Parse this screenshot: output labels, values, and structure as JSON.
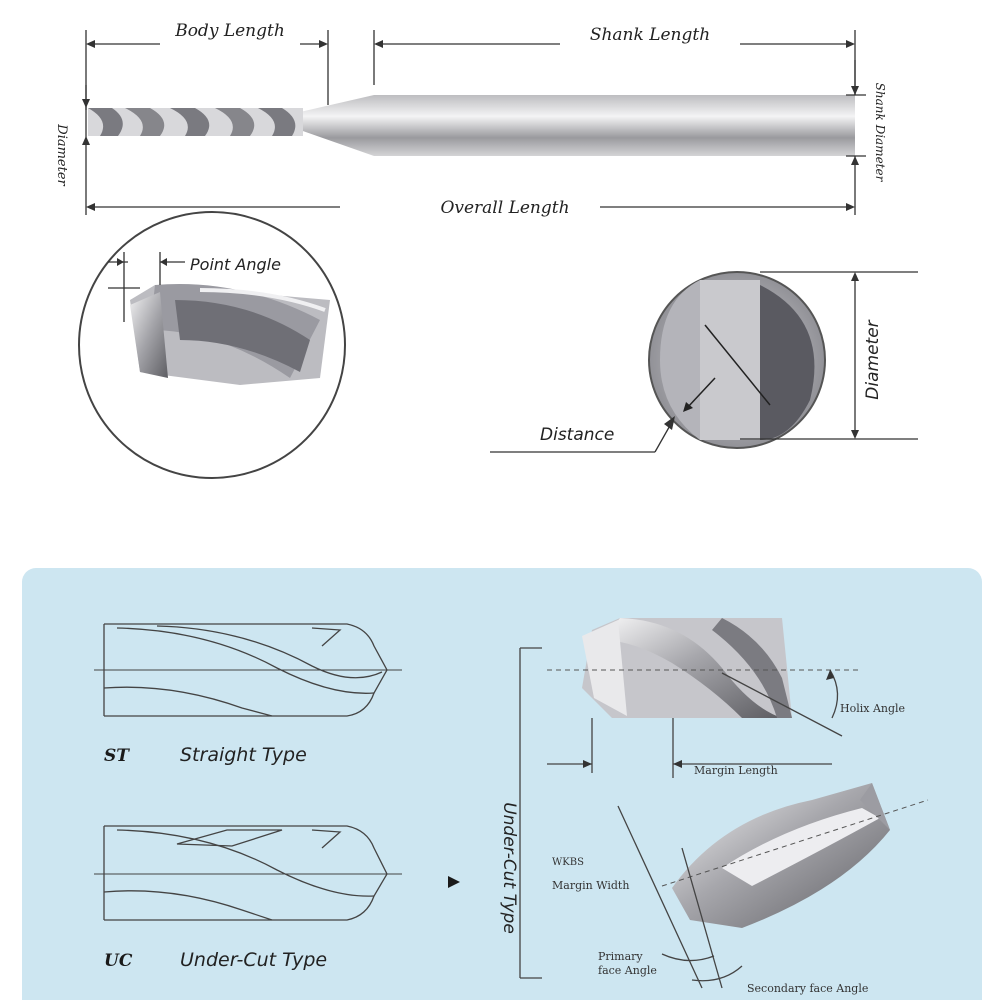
{
  "top": {
    "body_length": "Body Length",
    "shank_length": "Shank Length",
    "overall_length": "Overall Length",
    "diameter_left": "Diameter",
    "shank_diameter": "Shank Diameter",
    "point_angle": "Point Angle",
    "distance": "Distance",
    "diameter_right": "Diameter"
  },
  "bottom": {
    "st_abbr": "ST",
    "st_label": "Straight Type",
    "uc_abbr": "UC",
    "uc_label": "Under-Cut Type",
    "under_cut_vertical": "Under-Cut Type",
    "helix_angle": "Holix Angle",
    "margin_length": "Margin Length",
    "margin_width_abbr": "WKBS",
    "margin_width": "Margin Width",
    "primary_face_angle_1": "Primary",
    "primary_face_angle_2": "face Angle",
    "secondary_face_angle": "Secondary face Angle"
  },
  "colors": {
    "panel_bg": "#cde6f1",
    "metal_dark": "#6f6f74",
    "metal_light": "#e8e8ea"
  }
}
